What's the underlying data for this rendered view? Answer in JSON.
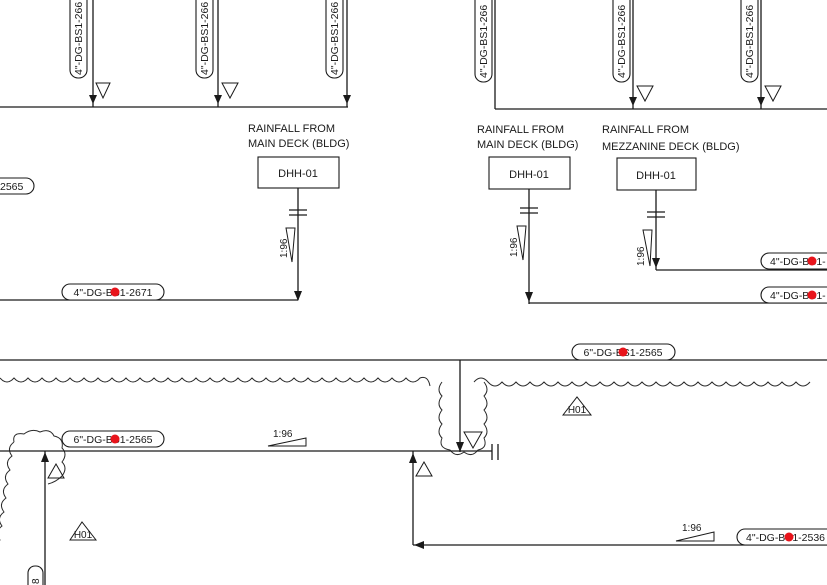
{
  "pipes_top": {
    "p1": "4\"-DG-BS1-266",
    "p2": "4\"-DG-BS1-266",
    "p3": "4\"-DG-BS1-266",
    "p4": "4\"-DG-BS1-266",
    "p5": "4\"-DG-BS1-266",
    "p6": "4\"-DG-BS1-266"
  },
  "sources": [
    {
      "line1": "RAINFALL FROM",
      "line2": "MAIN DECK (BLDG)",
      "tag": "DHH-01"
    },
    {
      "line1": "RAINFALL FROM",
      "line2": "MAIN DECK (BLDG)",
      "tag": "DHH-01"
    },
    {
      "line1": "RAINFALL FROM",
      "line2": "MEZZANINE DECK (BLDG)",
      "tag": "DHH-01"
    }
  ],
  "slopes": {
    "s1": "1:96",
    "s2": "1:96",
    "s3": "1:96",
    "s4": "1:96",
    "s5": "1:96"
  },
  "line_labels": {
    "left_partial": "2565",
    "mid_left": "4\"-DG-BS1-2671",
    "right_a": "4\"-DG-BS1-",
    "right_b": "4\"-DG-BS1-",
    "header": "6\"-DG-BS1-2565",
    "lower_left": "6\"-DG-BS1-2565",
    "lower_right": "4\"-DG-BS1-2536",
    "bottom_vertical": "8"
  },
  "revisions": {
    "r1": "H01",
    "r2": "H01"
  },
  "colors": {
    "line": "#1a1a1a",
    "redline_marker": "#e8141b"
  }
}
